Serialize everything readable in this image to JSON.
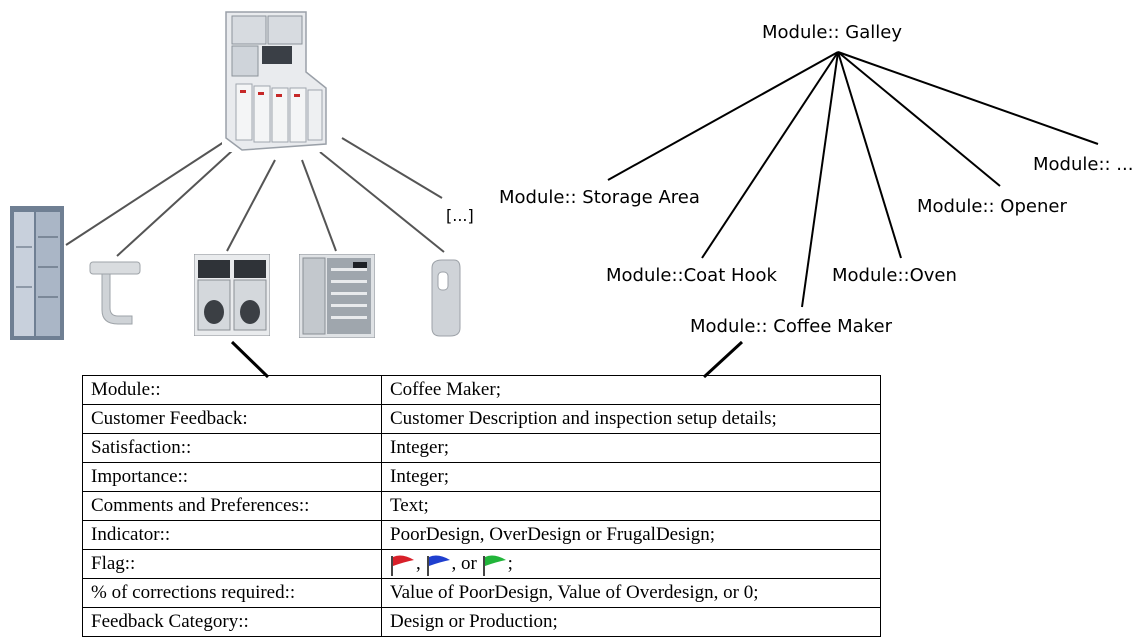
{
  "tree": {
    "root": "Module:: Galley",
    "children": [
      "Module:: Storage Area",
      "Module::Coat Hook",
      "Module:: Coffee Maker",
      "Module::Oven",
      "Module:: Opener",
      "Module:: ..."
    ]
  },
  "images": {
    "root": "galley-unit",
    "children": [
      "storage-area",
      "coat-hook",
      "coffee-maker",
      "oven",
      "opener"
    ],
    "ellipsis": "[...]"
  },
  "table": {
    "rows": [
      {
        "key": "Module::",
        "value": "Coffee Maker;"
      },
      {
        "key": "Customer Feedback:",
        "value": "Customer Description and inspection setup details;"
      },
      {
        "key": "Satisfaction::",
        "value": "Integer;"
      },
      {
        "key": "Importance::",
        "value": "Integer;"
      },
      {
        "key": "Comments and Preferences::",
        "value": "Text;"
      },
      {
        "key": "Indicator::",
        "value": "PoorDesign, OverDesign or FrugalDesign;"
      },
      {
        "key": "Flag::",
        "flags": [
          "red",
          "blue",
          "green"
        ],
        "sep1": ",",
        "sep2": ", or",
        "end": ";"
      },
      {
        "key": "% of corrections required::",
        "value": "Value of PoorDesign, Value of Overdesign, or 0;"
      },
      {
        "key": "Feedback Category::",
        "value": "Design or Production;"
      }
    ]
  },
  "colors": {
    "flag_red": "#d8202a",
    "flag_blue": "#1f3fcf",
    "flag_green": "#22b53a"
  }
}
